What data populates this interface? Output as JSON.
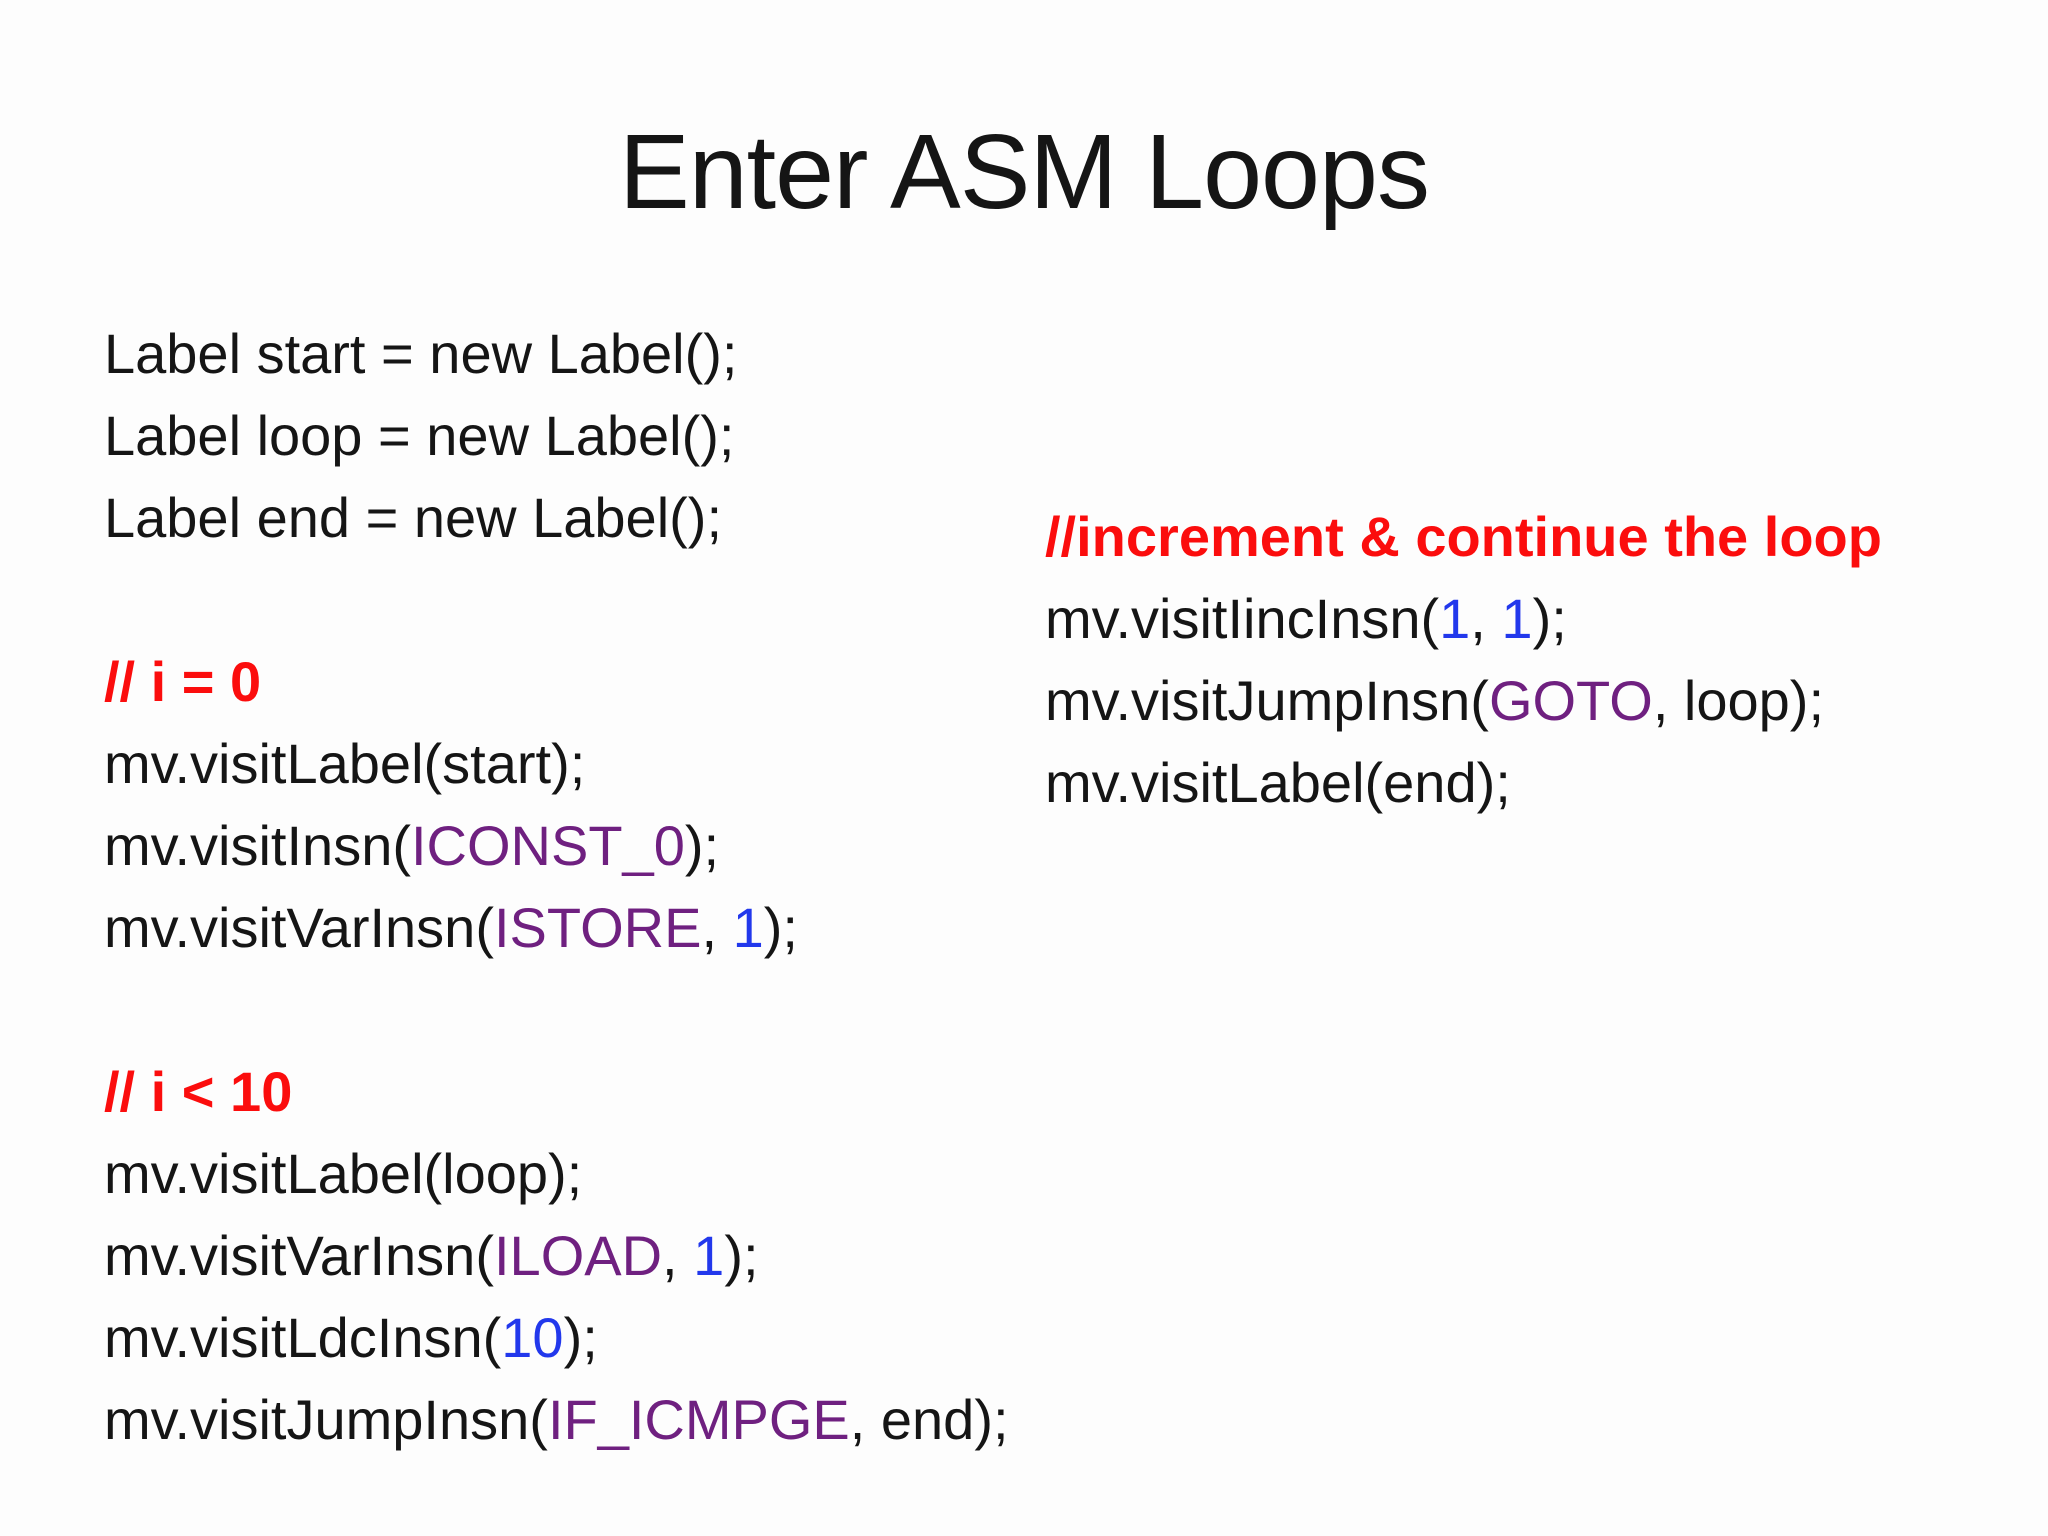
{
  "title": "Enter ASM Loops",
  "colors": {
    "text": "#151515",
    "comment_red": "#fb0d0d",
    "opcode_purple": "#6f2080",
    "number_blue": "#2238ec",
    "background": "#fdfdfd"
  },
  "code_columns": {
    "left": {
      "lines": [
        {
          "type": "code",
          "segments": [
            {
              "text": "Label start = new Label();",
              "color": "text"
            }
          ]
        },
        {
          "type": "code",
          "segments": [
            {
              "text": "Label loop = new Label();",
              "color": "text"
            }
          ]
        },
        {
          "type": "code",
          "segments": [
            {
              "text": "Label end = new Label();",
              "color": "text"
            }
          ]
        },
        {
          "type": "blank",
          "segments": []
        },
        {
          "type": "comment",
          "segments": [
            {
              "text": "// i = 0",
              "color": "comment_red"
            }
          ]
        },
        {
          "type": "code",
          "segments": [
            {
              "text": "mv.visitLabel(start);",
              "color": "text"
            }
          ]
        },
        {
          "type": "code",
          "segments": [
            {
              "text": "mv.visitInsn(",
              "color": "text"
            },
            {
              "text": "ICONST_0",
              "color": "opcode_purple"
            },
            {
              "text": ");",
              "color": "text"
            }
          ]
        },
        {
          "type": "code",
          "segments": [
            {
              "text": "mv.visitVarInsn(",
              "color": "text"
            },
            {
              "text": "ISTORE",
              "color": "opcode_purple"
            },
            {
              "text": ", ",
              "color": "text"
            },
            {
              "text": "1",
              "color": "number_blue"
            },
            {
              "text": ");",
              "color": "text"
            }
          ]
        },
        {
          "type": "blank",
          "segments": []
        },
        {
          "type": "comment",
          "segments": [
            {
              "text": "// i < 10",
              "color": "comment_red"
            }
          ]
        },
        {
          "type": "code",
          "segments": [
            {
              "text": "mv.visitLabel(loop);",
              "color": "text"
            }
          ]
        },
        {
          "type": "code",
          "segments": [
            {
              "text": "mv.visitVarInsn(",
              "color": "text"
            },
            {
              "text": "ILOAD",
              "color": "opcode_purple"
            },
            {
              "text": ", ",
              "color": "text"
            },
            {
              "text": "1",
              "color": "number_blue"
            },
            {
              "text": ");",
              "color": "text"
            }
          ]
        },
        {
          "type": "code",
          "segments": [
            {
              "text": "mv.visitLdcInsn(",
              "color": "text"
            },
            {
              "text": "10",
              "color": "number_blue"
            },
            {
              "text": ");",
              "color": "text"
            }
          ]
        },
        {
          "type": "code",
          "segments": [
            {
              "text": "mv.visitJumpInsn(",
              "color": "text"
            },
            {
              "text": "IF_ICMPGE",
              "color": "opcode_purple"
            },
            {
              "text": ", end);",
              "color": "text"
            }
          ]
        }
      ]
    },
    "right": {
      "lines": [
        {
          "type": "comment",
          "segments": [
            {
              "text": "//increment & continue the loop",
              "color": "comment_red"
            }
          ]
        },
        {
          "type": "code",
          "segments": [
            {
              "text": "mv.visitIincInsn(",
              "color": "text"
            },
            {
              "text": "1",
              "color": "number_blue"
            },
            {
              "text": ", ",
              "color": "text"
            },
            {
              "text": "1",
              "color": "number_blue"
            },
            {
              "text": ");",
              "color": "text"
            }
          ]
        },
        {
          "type": "code",
          "segments": [
            {
              "text": "mv.visitJumpInsn(",
              "color": "text"
            },
            {
              "text": "GOTO",
              "color": "opcode_purple"
            },
            {
              "text": ", loop);",
              "color": "text"
            }
          ]
        },
        {
          "type": "code",
          "segments": [
            {
              "text": "mv.visitLabel(end);",
              "color": "text"
            }
          ]
        }
      ]
    }
  }
}
